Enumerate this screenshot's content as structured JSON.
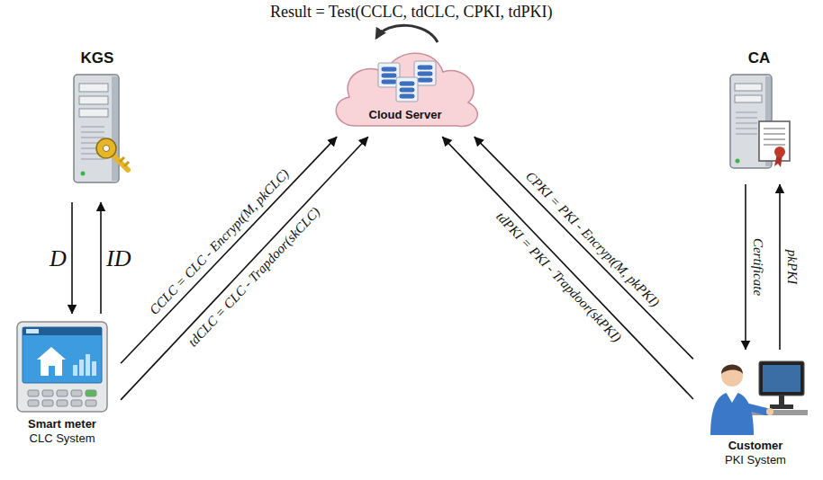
{
  "diagram": {
    "nodes": [
      {
        "text": [
          "KGS"
        ]
      },
      {
        "text": [
          "Cloud Server"
        ]
      },
      {
        "text": [
          "CA"
        ]
      },
      {
        "text": [
          "Smart meter",
          "CLC System"
        ]
      },
      {
        "text": [
          "Customer",
          "PKI System"
        ]
      }
    ],
    "edges": [
      {
        "from": 0,
        "to": 3,
        "label": "D",
        "arrow": "to"
      },
      {
        "from": 3,
        "to": 0,
        "label": "ID",
        "arrow": "to"
      },
      {
        "from": 3,
        "to": 1,
        "label": "CCLC = CLC - Encrypt(M, pkCLC)",
        "arrow": "to"
      },
      {
        "from": 3,
        "to": 1,
        "label": "tdCLC = CLC - Trapdoor(skCLC)",
        "arrow": "to"
      },
      {
        "from": 4,
        "to": 1,
        "label": "CPKI = PKI - Encrypt(M, pkPKI)",
        "arrow": "to"
      },
      {
        "from": 4,
        "to": 1,
        "label": "tdPKI = PKI - Trapdoor(skPKI)",
        "arrow": "to"
      },
      {
        "from": 2,
        "to": 4,
        "label": "Certificate",
        "arrow": "to"
      },
      {
        "from": 4,
        "to": 2,
        "label": "pkPKI",
        "arrow": "to"
      }
    ],
    "labels": [
      "Result = Test(CCLC, tdCLC, CPKI, tdPKI)"
    ]
  }
}
